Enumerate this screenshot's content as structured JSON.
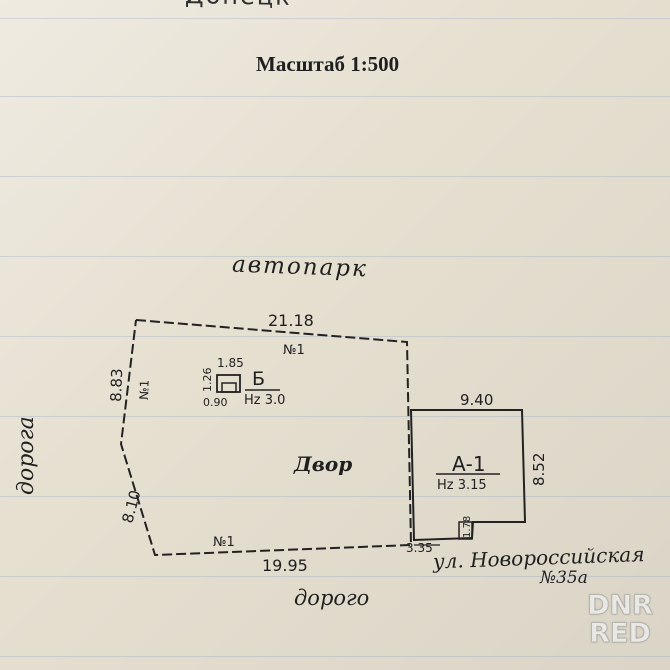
{
  "header": {
    "partial_city": "Донецк",
    "scale_label": "Масштаб 1:500"
  },
  "plan": {
    "north_label": "автопарк",
    "west_label": "дорога",
    "south_label": "дорого",
    "plot_edges": {
      "top_length": "21.18",
      "top_marker": "№1",
      "left_upper_length": "8.83",
      "left_upper_marker": "№1",
      "left_lower_length": "8.10",
      "bottom_length": "19.95",
      "bottom_marker": "№1",
      "bottom_gap_length": "3.35"
    },
    "yard_label": "Двор",
    "building_b": {
      "label": "Б",
      "height_label": "Hz 3.0",
      "width": "1.85",
      "depth": "1.26",
      "small_dim": "0.90"
    },
    "building_a": {
      "label": "А-1",
      "height_label": "Hz 3.15",
      "top_length": "9.40",
      "right_length": "8.52",
      "porch_dim": "1.78"
    },
    "address": {
      "street": "ул. Новороссийская",
      "number": "№35а"
    }
  },
  "watermark": {
    "line1": "DNR",
    "line2": "RED"
  }
}
